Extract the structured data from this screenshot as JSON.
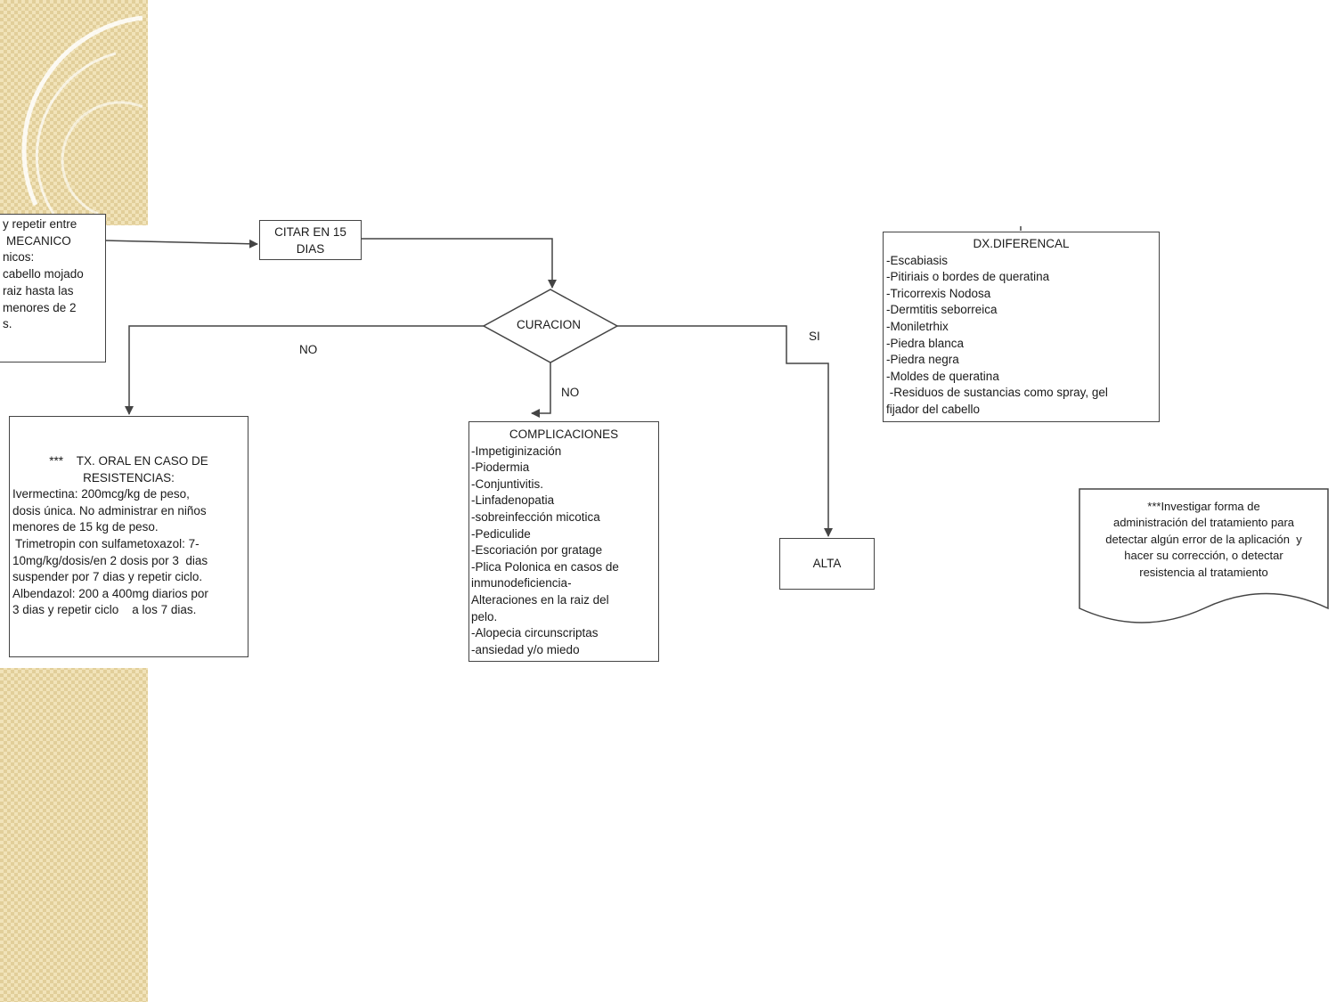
{
  "flowchart": {
    "partial_box_lines": [
      "",
      "y repetir entre",
      "MECANICO",
      "nicos:",
      "cabello mojado",
      "raiz hasta las",
      "menores de 2",
      "s."
    ],
    "citar_box": [
      "CITAR EN 15",
      "DIAS"
    ],
    "decision": "CURACION",
    "label_no_left": "NO",
    "label_no_down": "NO",
    "label_si": "SI",
    "tx_oral_box": {
      "title_lines": [
        "***    TX. ORAL EN CASO DE",
        "RESISTENCIAS:"
      ],
      "lines": [
        "Ivermectina: 200mcg/kg de peso,",
        "dosis única. No administrar en niños",
        "menores de 15 kg de peso.",
        "Trimetropin con sulfametoxazol: 7-",
        "10mg/kg/dosis/en 2 dosis por 3  dias",
        "suspender por 7 dias y repetir ciclo.",
        "Albendazol: 200 a 400mg diarios por",
        "3 dias y repetir ciclo    a los 7 dias."
      ]
    },
    "complicaciones_box": {
      "title": "COMPLICACIONES",
      "lines": [
        "-Impetiginización",
        "-Piodermia",
        "-Conjuntivitis.",
        "-Linfadenopatia",
        "-sobreinfección micotica",
        "-Pediculide",
        "-Escoriación por gratage",
        "-Plica Polonica en casos de",
        "inmunodeficiencia-",
        "Alteraciones en la raiz del",
        "pelo.",
        "-Alopecia circunscriptas",
        "-ansiedad y/o miedo"
      ]
    },
    "alta_box": "ALTA",
    "dx_diferencial_box": {
      "title": "DX.DIFERENCAL",
      "lines": [
        "-Escabiasis",
        "-Pitiriais o bordes de queratina",
        "-Tricorrexis Nodosa",
        "-Dermtitis seborreica",
        "-Moniletrhix",
        "-Piedra blanca",
        "-Piedra negra",
        "-Moldes de queratina",
        " -Residuos de sustancias como spray, gel",
        "fijador del cabello"
      ]
    },
    "note_box_lines": [
      "***Investigar forma de",
      "administración del tratamiento para",
      "detectar algún error de la aplicación  y",
      "hacer su corrección, o detectar",
      "resistencia al tratamiento"
    ]
  },
  "colors": {
    "sidebar": "#f1e3b9",
    "line": "#444444"
  }
}
